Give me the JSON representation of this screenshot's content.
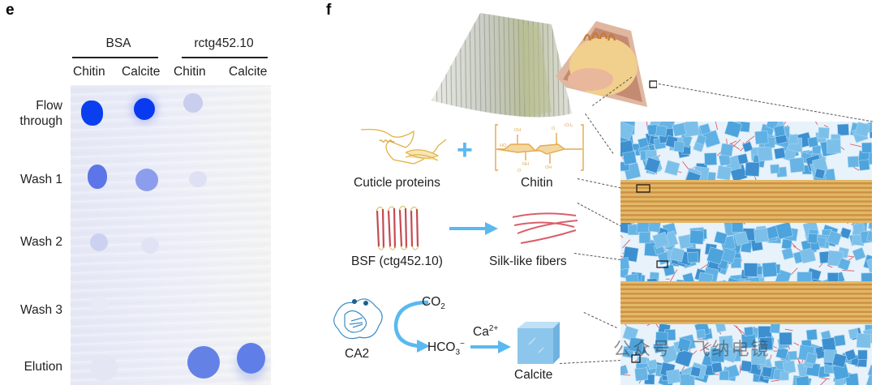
{
  "panel_e": {
    "letter": "e",
    "groups": [
      {
        "label": "BSA",
        "columns": [
          "Chitin",
          "Calcite"
        ]
      },
      {
        "label": "rctg452.10",
        "columns": [
          "Chitin",
          "Calcite"
        ]
      }
    ],
    "rows": [
      {
        "label_line1": "Flow",
        "label_line2": "through"
      },
      {
        "label_line1": "Wash 1",
        "label_line2": ""
      },
      {
        "label_line1": "Wash 2",
        "label_line2": ""
      },
      {
        "label_line1": "Wash 3",
        "label_line2": ""
      },
      {
        "label_line1": "Elution",
        "label_line2": ""
      }
    ],
    "spot_intensity_note": "relative stain intensity (0-1) per row x column",
    "spot_intensity": [
      [
        1.0,
        1.0,
        0.2,
        0.02
      ],
      [
        0.7,
        0.45,
        0.05,
        0.0
      ],
      [
        0.15,
        0.06,
        0.0,
        0.0
      ],
      [
        0.02,
        0.02,
        0.0,
        0.0
      ],
      [
        0.05,
        0.03,
        0.65,
        0.7
      ]
    ],
    "colors": {
      "strong": "#0a3ff0",
      "medium": "#5f78e6",
      "faint": "#c9cdee"
    }
  },
  "panel_f": {
    "letter": "f",
    "labels": {
      "cuticle_proteins": "Cuticle proteins",
      "chitin": "Chitin",
      "bsf": "BSF (ctg452.10)",
      "silk_fibers": "Silk-like fibers",
      "ca2": "CA2",
      "co2": "CO",
      "co2_sub": "2",
      "hco3": "HCO",
      "hco3_sub": "3",
      "hco3_sup": "−",
      "ca": "Ca",
      "ca_sup": "2+",
      "calcite": "Calcite",
      "plus": "+"
    },
    "watermark": "公众号 · 飞纳电镜",
    "colors": {
      "arrow": "#5bb8f0",
      "plus": "#5bb8f0",
      "chitin_orange": "#e3a94a",
      "silk_red": "#d9606a",
      "cube_blue": "#4da3dc",
      "chitin_band": "#c98a3a"
    }
  }
}
